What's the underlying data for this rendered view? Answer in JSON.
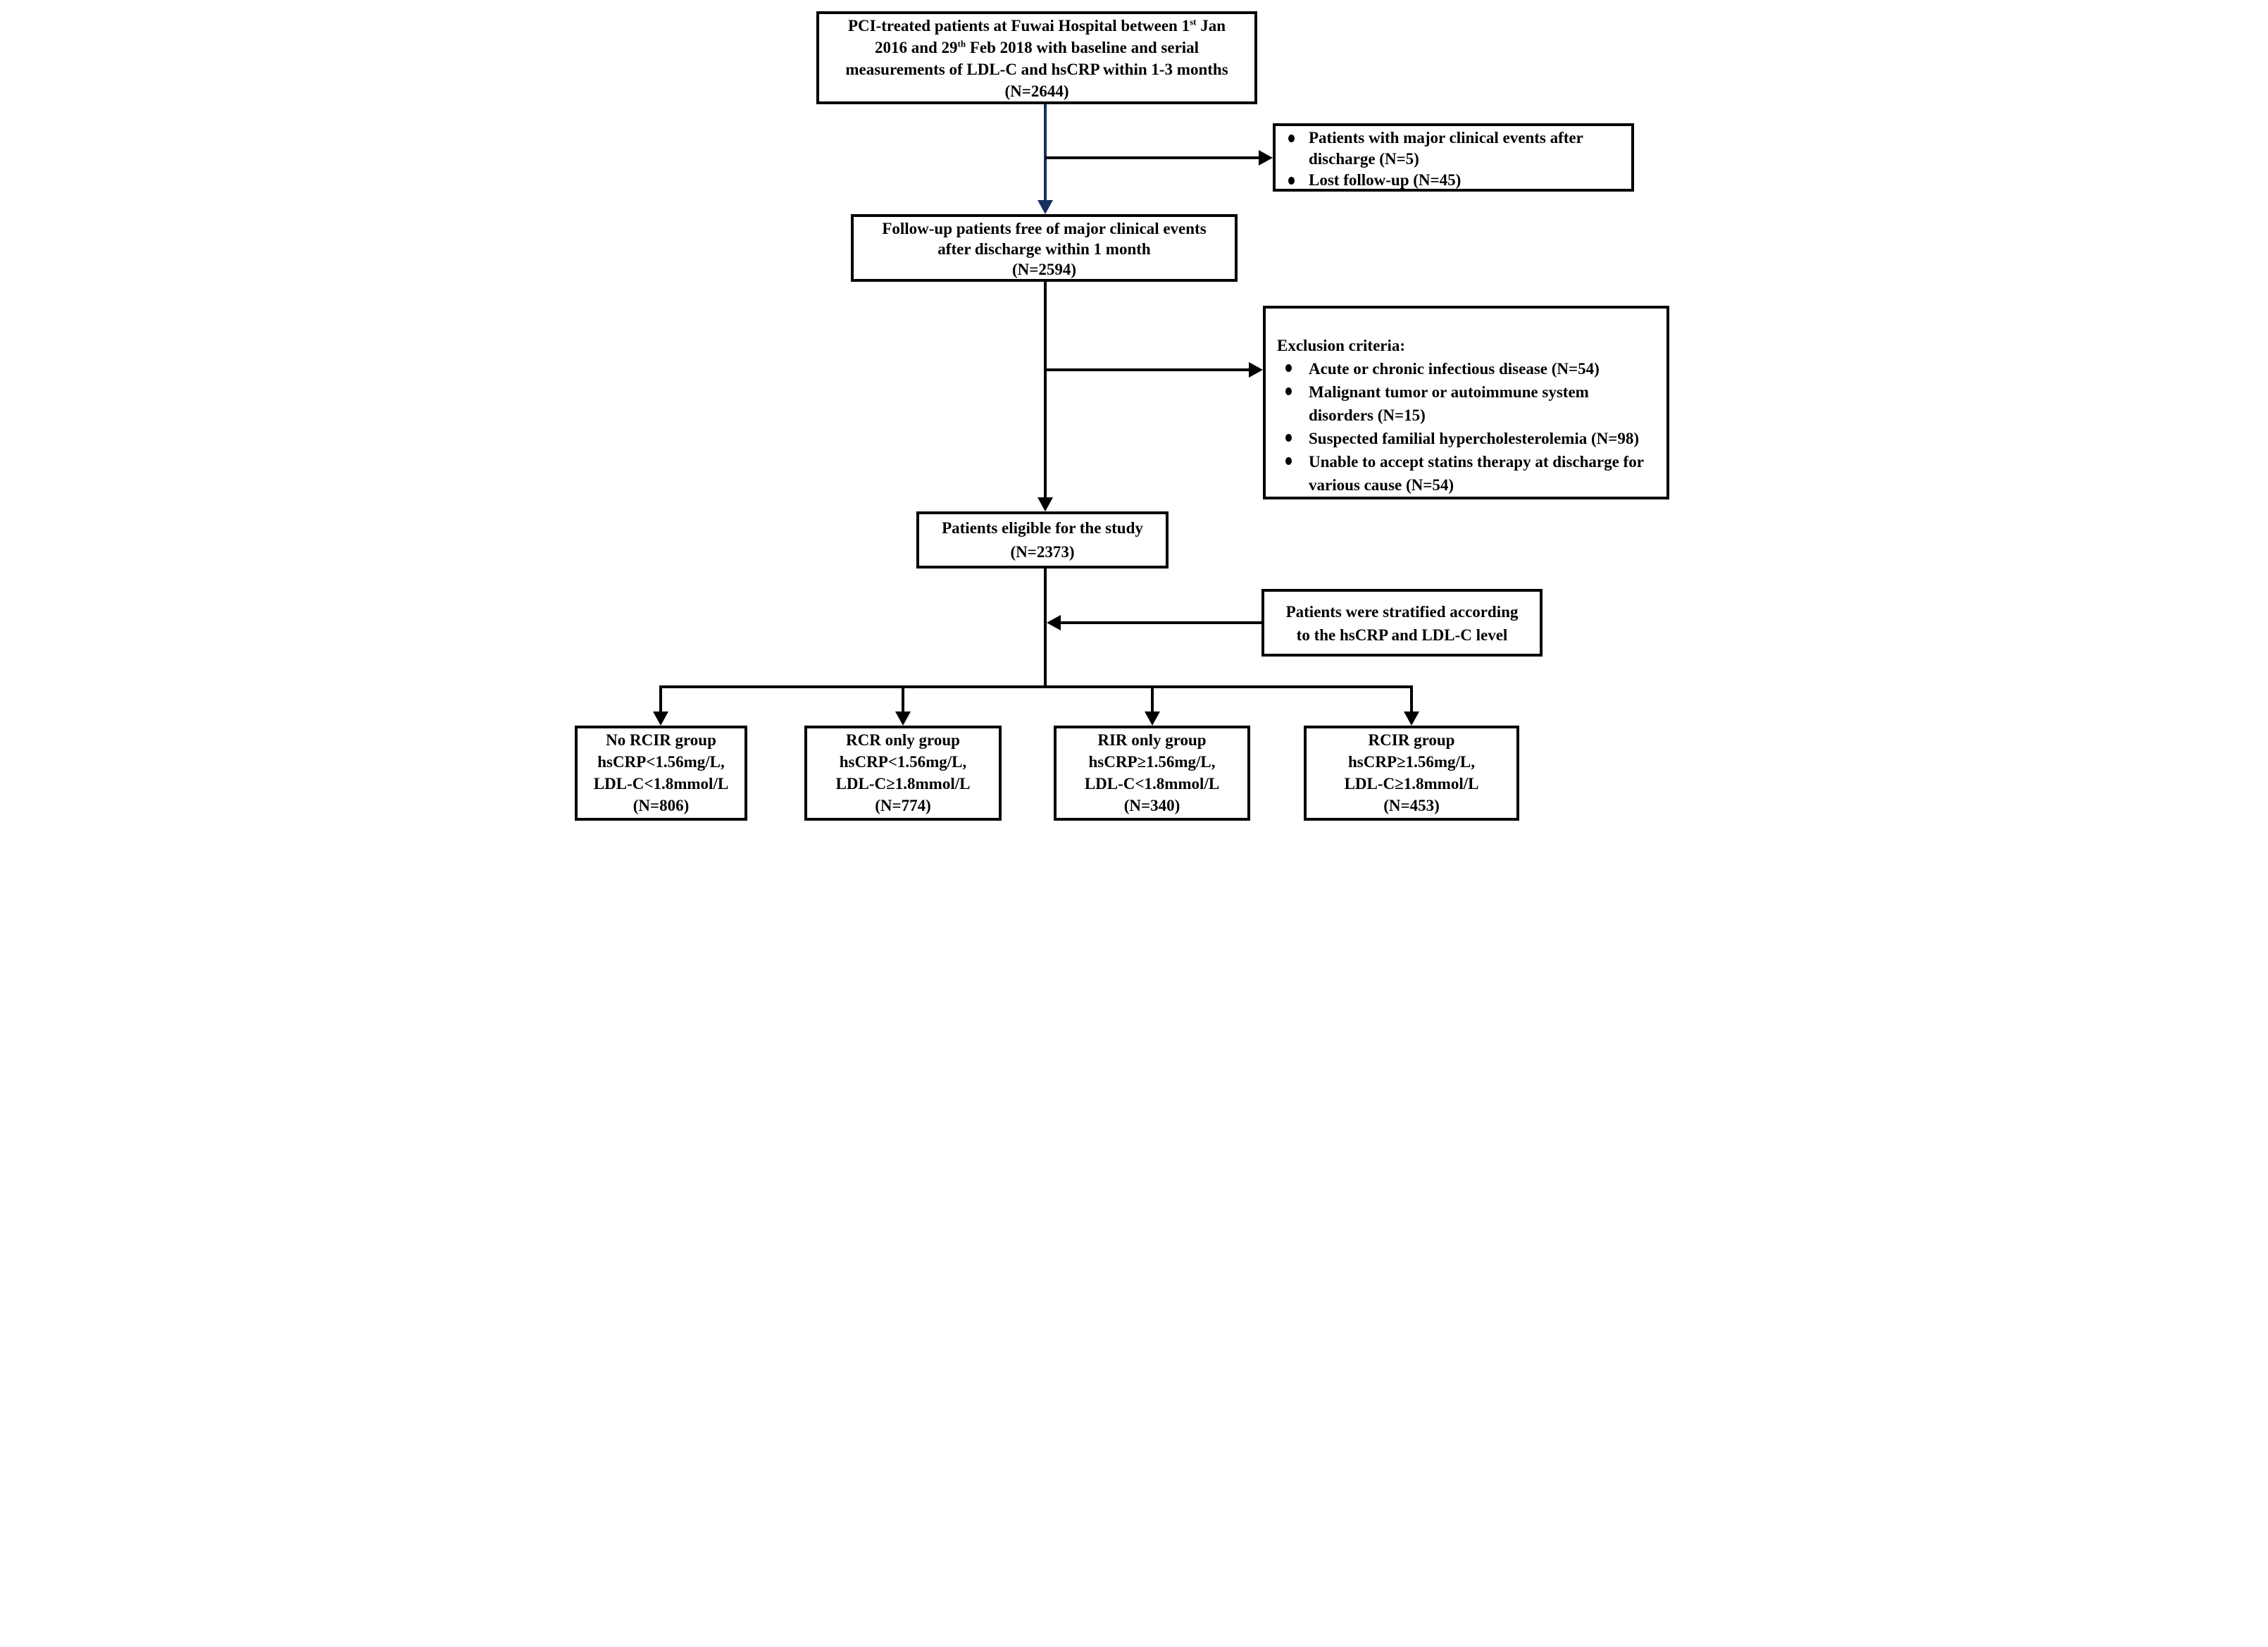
{
  "colors": {
    "navy_arrow": "#17305e",
    "black_line": "#000000",
    "background": "#ffffff"
  },
  "boxes": {
    "initial": {
      "line1a": "PCI-treated patients at Fuwai Hospital between 1",
      "line1sup": "st",
      "line1b": " Jan",
      "line2a": "2016 and 29",
      "line2sup": "th",
      "line2b": " Feb 2018 with baseline and serial",
      "line3": "measurements of LDL-C and hsCRP within 1-3 months",
      "line4": "(N=2644)"
    },
    "early_exclusions": {
      "items": [
        [
          "Patients with major clinical events after",
          "discharge (N=5)"
        ],
        [
          "Lost follow-up (N=45)"
        ]
      ]
    },
    "followup": {
      "lines": [
        "Follow-up patients free of major clinical events",
        "after discharge within 1 month",
        "(N=2594)"
      ]
    },
    "exclusion_criteria": {
      "heading": "Exclusion criteria:",
      "items": [
        [
          "Acute or chronic infectious disease (N=54)"
        ],
        [
          "Malignant tumor or autoimmune system",
          "disorders (N=15)"
        ],
        [
          "Suspected familial hypercholesterolemia (N=98)"
        ],
        [
          "Unable to accept statins therapy at discharge for",
          "various cause (N=54)"
        ]
      ]
    },
    "eligible": {
      "lines": [
        "Patients eligible for the study",
        "(N=2373)"
      ]
    },
    "stratified": {
      "lines": [
        "Patients were stratified according",
        "to the hsCRP and LDL-C level"
      ]
    },
    "groups": [
      {
        "lines": [
          "No RCIR group",
          "hsCRP<1.56mg/L,",
          "LDL-C<1.8mmol/L",
          "(N=806)"
        ]
      },
      {
        "lines": [
          "RCR only group",
          "hsCRP<1.56mg/L,",
          "LDL-C≥1.8mmol/L",
          "(N=774)"
        ]
      },
      {
        "lines": [
          "RIR only group",
          "hsCRP≥1.56mg/L,",
          "LDL-C<1.8mmol/L",
          "(N=340)"
        ]
      },
      {
        "lines": [
          "RCIR group",
          "hsCRP≥1.56mg/L,",
          "LDL-C≥1.8mmol/L",
          "(N=453)"
        ]
      }
    ]
  }
}
